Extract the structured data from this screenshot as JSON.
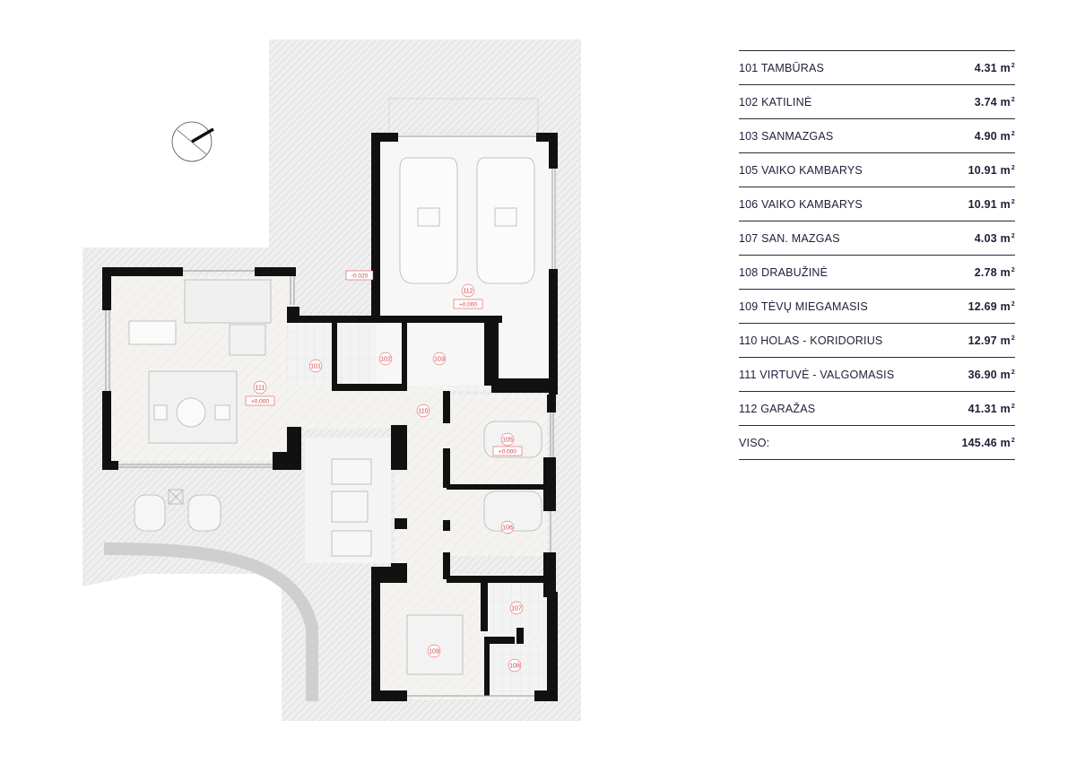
{
  "rooms": [
    {
      "name": "101 TAMBŪRAS",
      "area": "4.31 m",
      "unit_sup": "2"
    },
    {
      "name": "102 KATILINĖ",
      "area": "3.74 m",
      "unit_sup": "2"
    },
    {
      "name": "103 SANMAZGAS",
      "area": "4.90 m",
      "unit_sup": "2"
    },
    {
      "name": "105 VAIKO KAMBARYS",
      "area": "10.91 m",
      "unit_sup": "2"
    },
    {
      "name": "106 VAIKO KAMBARYS",
      "area": "10.91 m",
      "unit_sup": "2"
    },
    {
      "name": "107 SAN. MAZGAS",
      "area": "4.03 m",
      "unit_sup": "2"
    },
    {
      "name": "108 DRABUŽINĖ",
      "area": "2.78 m",
      "unit_sup": "2"
    },
    {
      "name": "109 TĖVŲ MIEGAMASIS",
      "area": "12.69 m",
      "unit_sup": "2"
    },
    {
      "name": "110 HOLAS - KORIDORIUS",
      "area": "12.97 m",
      "unit_sup": "2"
    },
    {
      "name": "111 VIRTUVĖ - VALGOMASIS",
      "area": "36.90 m",
      "unit_sup": "2"
    },
    {
      "name": "112 GARAŽAS",
      "area": "41.31 m",
      "unit_sup": "2"
    }
  ],
  "total": {
    "name": "VISO:",
    "area": "145.46 m",
    "unit_sup": "2"
  },
  "plan_labels": {
    "r101": "101",
    "r102": "102",
    "r103": "103",
    "r105": "105",
    "r106": "106",
    "r107": "107",
    "r108": "108",
    "r109": "109",
    "r110": "110",
    "r111": "111",
    "r112": "112",
    "lvl_garage": "+0.000",
    "lvl_living": "+0.000",
    "lvl_kids": "+0.000",
    "lvl_entry": "-0.020"
  },
  "icons": {
    "compass": "north-arrow-icon"
  },
  "colors": {
    "wall": "#111111",
    "label": "#d9373f",
    "text": "#1c1f3a",
    "paving": "#eeeeee",
    "floor": "#f6f6f4"
  }
}
